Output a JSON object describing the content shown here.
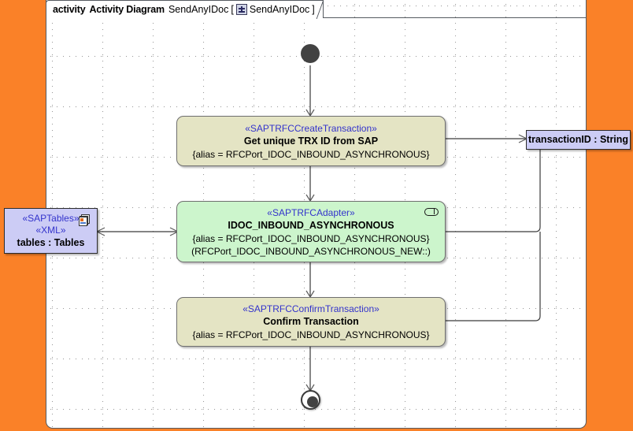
{
  "frame": {
    "keyword": "activity",
    "type_label": "Activity Diagram",
    "name": "SendAnyIDoc",
    "bracket_open": "[",
    "bracket_close": "]",
    "qualified_name": "SendAnyIDoc",
    "icon": "activity-diagram-icon"
  },
  "colors": {
    "background": "#fa8128",
    "canvas": "#ffffff",
    "action_beige": "#e4e4c4",
    "action_green": "#ccf5cc",
    "object_lavender": "#ccccf5",
    "stereotype_text": "#3333cc",
    "edge": "#3a3a3a"
  },
  "nodes": {
    "initial": {
      "name": "initial-node",
      "label": ""
    },
    "create_transaction": {
      "stereotype": "«SAPTRFCCreateTransaction»",
      "name": "Get unique TRX ID from SAP",
      "properties": "{alias = RFCPort_IDOC_INBOUND_ASYNCHRONOUS}"
    },
    "adapter": {
      "stereotype": "«SAPTRFCAdapter»",
      "name": "IDOC_INBOUND_ASYNCHRONOUS",
      "properties_line1": "{alias = RFCPort_IDOC_INBOUND_ASYNCHRONOUS}",
      "properties_line2": "(RFCPort_IDOC_INBOUND_ASYNCHRONOUS_NEW::)",
      "icon": "adapter-pin-icon"
    },
    "confirm_transaction": {
      "stereotype": "«SAPTRFCConfirmTransaction»",
      "name": "Confirm Transaction",
      "properties": "{alias = RFCPort_IDOC_INBOUND_ASYNCHRONOUS}"
    },
    "final": {
      "name": "activity-final-node",
      "label": ""
    }
  },
  "object_nodes": {
    "tables": {
      "stereotype1": "«SAPTables»",
      "stereotype2": "«XML»",
      "name": "tables : Tables",
      "icon": "documents-icon"
    },
    "transaction_id": {
      "name": "transactionID : String"
    }
  }
}
